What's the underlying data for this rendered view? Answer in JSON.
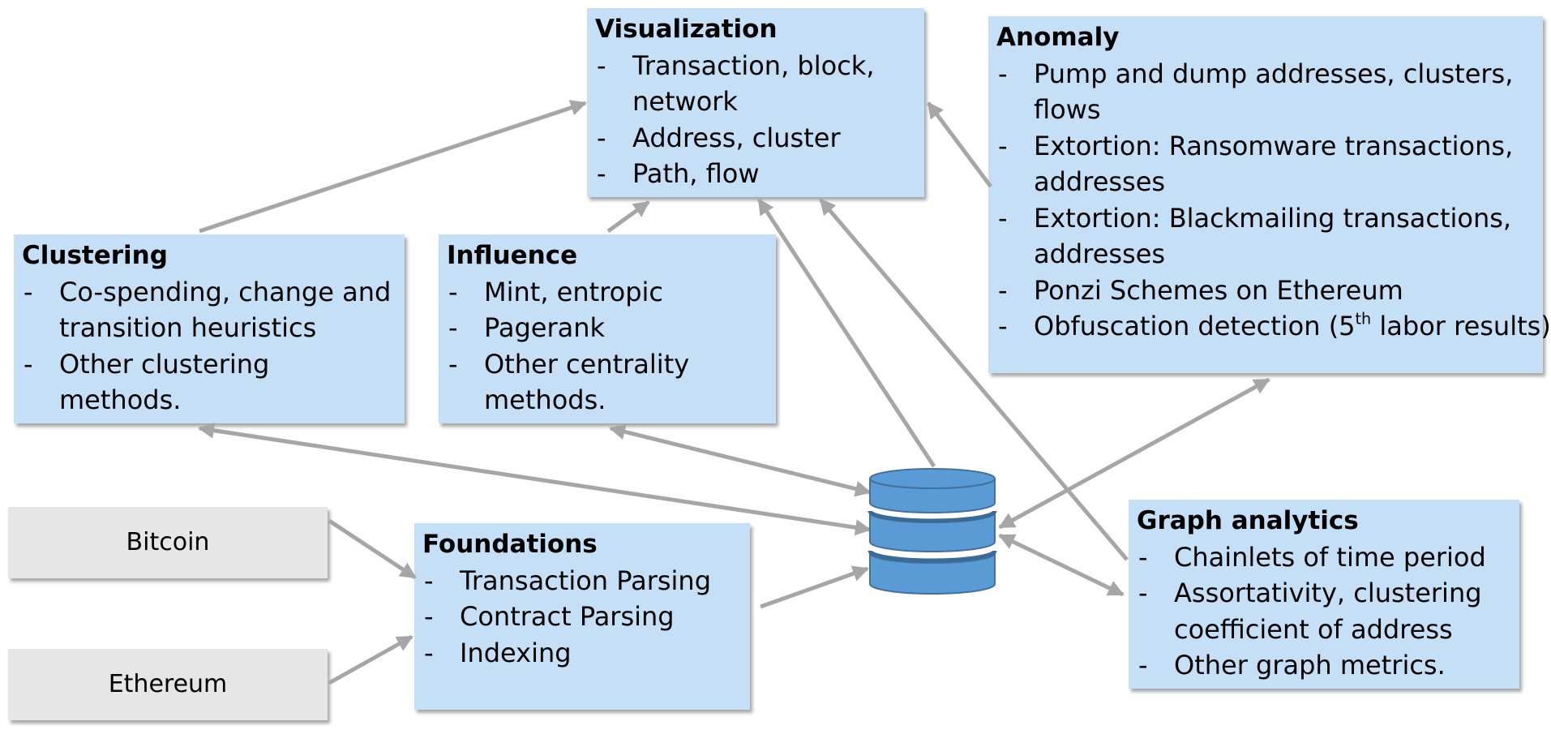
{
  "visualization": {
    "title": "Visualization",
    "items": [
      "Transaction, block, network",
      "Address, cluster",
      "Path, flow"
    ]
  },
  "anomaly": {
    "title": "Anomaly",
    "items": [
      "Pump and dump addresses, clusters, flows",
      "Extortion: Ransomware transactions, addresses",
      "Extortion: Blackmailing transactions, addresses",
      "Ponzi Schemes on Ethereum"
    ],
    "last_item": {
      "pre": "Obfuscation detection (5",
      "sup": "th",
      "post": " labor results)"
    }
  },
  "clustering": {
    "title": "Clustering",
    "items": [
      "Co-spending, change and transition heuristics",
      "Other clustering methods."
    ]
  },
  "influence": {
    "title": "Influence",
    "items": [
      "Mint, entropic",
      "Pagerank",
      "Other centrality methods."
    ]
  },
  "foundations": {
    "title": "Foundations",
    "items": [
      "Transaction Parsing",
      "Contract Parsing",
      "Indexing"
    ]
  },
  "graph_analytics": {
    "title": "Graph analytics",
    "items": [
      "Chainlets of time period",
      "Assortativity, clustering coefficient of address",
      "Other graph metrics."
    ]
  },
  "sources": {
    "bitcoin": "Bitcoin",
    "ethereum": "Ethereum"
  },
  "colors": {
    "box_fill": "#c5dff6",
    "source_fill": "#e6e6e6",
    "arrow": "#a6a6a6",
    "database": "#5b9bd5"
  }
}
